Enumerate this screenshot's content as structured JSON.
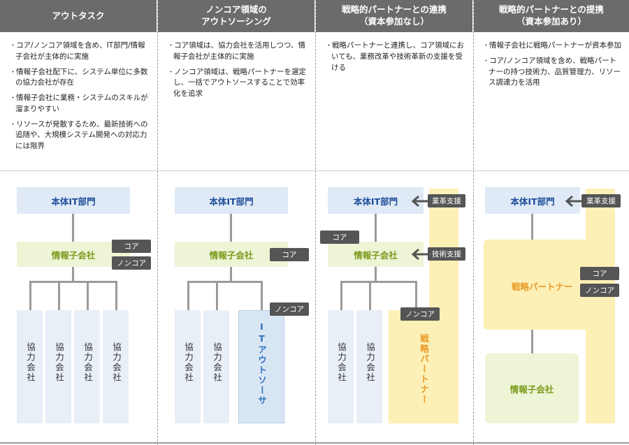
{
  "columns": [
    {
      "header": "アウトタスク",
      "bullets": [
        "コア/ノンコア領域を含め、IT部門/情報子会社が主体的に実施",
        "情報子会社配下に、システム単位に多数の協力会社が存在",
        "情報子会社に業務・システムのスキルが溜まりやすい",
        "リソースが発散するため、最新技術への追随や、大規模システム開発への対応力には限界"
      ]
    },
    {
      "header": "ノンコア領域の\nアウトソーシング",
      "bullets": [
        "コア領域は、協力会社を活用しつつ、情報子会社が主体的に実施",
        "ノンコア領域は、戦略パートナーを選定し、一括でアウトソースすることで効率化を追求"
      ]
    },
    {
      "header": "戦略的パートナーとの連携\n（資本参加なし）",
      "bullets": [
        "戦略パートナーと連携し、コア領域においても、業務改革や技術革新の支援を受ける"
      ]
    },
    {
      "header": "戦略的パートナーとの提携\n（資本参加あり）",
      "bullets": [
        "情報子会社に戦略パートナーが資本参加",
        "コア/ノンコア領域を含め、戦略パートナーの持つ技術力、品質管理力、リソース調達力を活用"
      ]
    }
  ],
  "labels": {
    "it_dept": "本体IT部門",
    "subsidiary": "情報子会社",
    "partner_company": "協力会社",
    "core": "コア",
    "noncore": "ノンコア",
    "it_outsourcer": "ITアウトソーサ",
    "strategic_partner": "戦略パートナー",
    "business_reform_support": "業革支援",
    "tech_innovation_support": "技術支援"
  },
  "colors": {
    "header_bg": "#6b6b6b",
    "it_dept_box": "#dfeaf6",
    "subsidiary_box": "#eef4d6",
    "partner_box": "#fdf0b6",
    "badge_bg": "#555555"
  }
}
